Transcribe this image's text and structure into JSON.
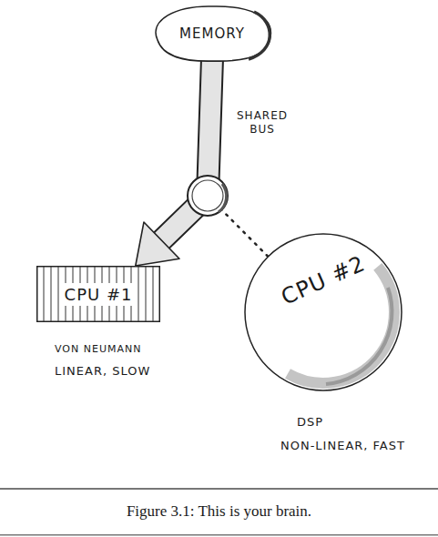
{
  "diagram": {
    "caption": "Figure 3.1: This is your brain.",
    "nodes": [
      {
        "text": [
          "MEMORY"
        ]
      },
      {
        "text": [
          "CPU #1"
        ]
      },
      {
        "text": [
          "CPU #2"
        ]
      }
    ],
    "edges": [
      {
        "from": 0,
        "to": 1,
        "arrow": "to"
      },
      {
        "from": 0,
        "to": 2,
        "arrow": "none"
      }
    ],
    "labels": [
      "SHARED BUS",
      "VON NEUMANN",
      "LINEAR, SLOW",
      "DSP",
      "NON-LINEAR, FAST"
    ]
  }
}
